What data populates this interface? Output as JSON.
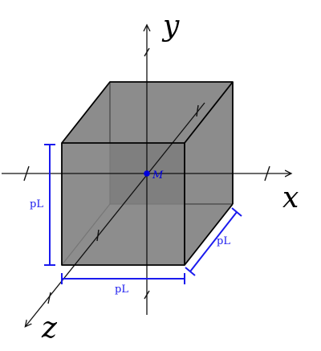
{
  "colors": {
    "face": "#7d7d7d",
    "edge": "#000000",
    "hidden_edge": "#444444",
    "axis": "#111111",
    "dimension": "#1a1aee",
    "point": "#0000dd"
  },
  "axes": {
    "x_label": "x",
    "y_label": "y",
    "z_label": "z"
  },
  "point": {
    "label": "M"
  },
  "dimensions": {
    "height_label": "pL",
    "width_label": "pL",
    "depth_label": "pL"
  }
}
